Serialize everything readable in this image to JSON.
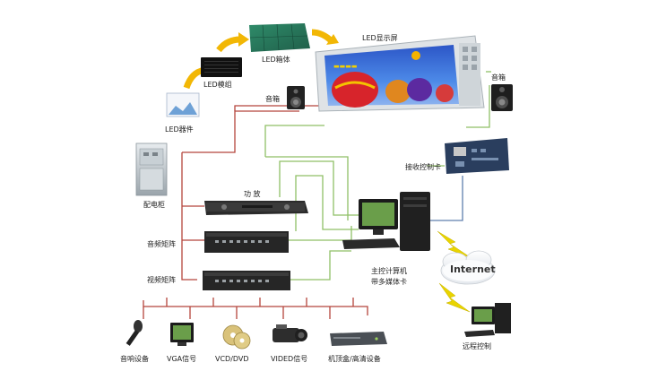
{
  "labels": {
    "led_display_screen": "LED显示屏",
    "led_cabinet": "LED箱体",
    "led_module": "LED模组",
    "led_component": "LED器件",
    "speaker_left": "音箱",
    "speaker_right": "音箱",
    "receiver_card": "接收控制卡",
    "power_cabinet": "配电柜",
    "amplifier": "功 放",
    "audio_matrix": "音频矩阵",
    "video_matrix": "视频矩阵",
    "main_computer_line1": "主控计算机",
    "main_computer_line2": "带多媒体卡",
    "internet": "Internet",
    "remote_control": "远程控制",
    "audio_device": "音响设备",
    "vga_signal": "VGA信号",
    "vcd_dvd": "VCD/DVD",
    "video_signal": "VIDED信号",
    "stb_hd": "机顶盒/高清设备"
  },
  "colors": {
    "power_line": "#b5453c",
    "signal_line": "#8fbf66",
    "network_line": "#5f7fae",
    "arrow": "#f2b705",
    "lightning": "#e9d400"
  }
}
